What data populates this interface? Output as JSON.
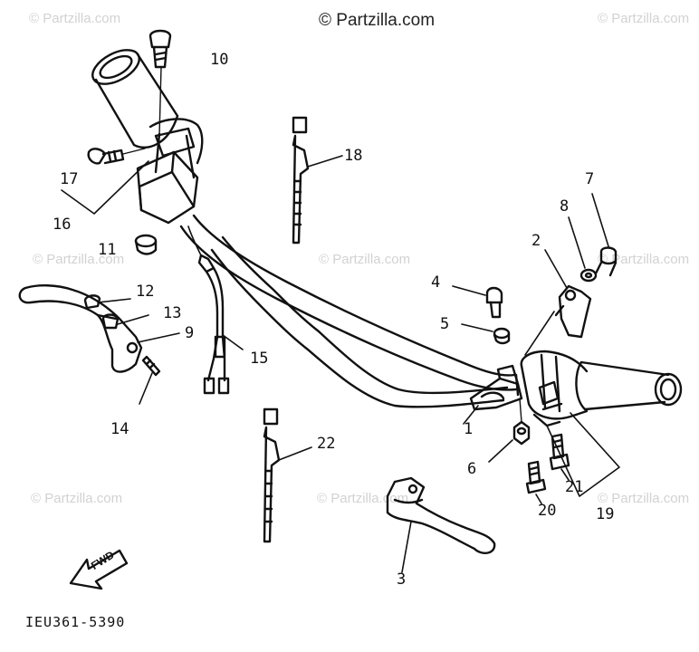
{
  "brand": {
    "text": "© Partzilla.com"
  },
  "watermark": {
    "text": "© Partzilla.com"
  },
  "drawing_code": "IEU361-5390",
  "fwd_label": "FWD",
  "callouts": [
    "1",
    "2",
    "3",
    "4",
    "5",
    "6",
    "7",
    "8",
    "9",
    "10",
    "11",
    "12",
    "13",
    "14",
    "15",
    "16",
    "17",
    "18",
    "19",
    "20",
    "21",
    "22"
  ],
  "colors": {
    "line": "#111111",
    "watermark": "#d2d2d2",
    "background": "#ffffff"
  }
}
